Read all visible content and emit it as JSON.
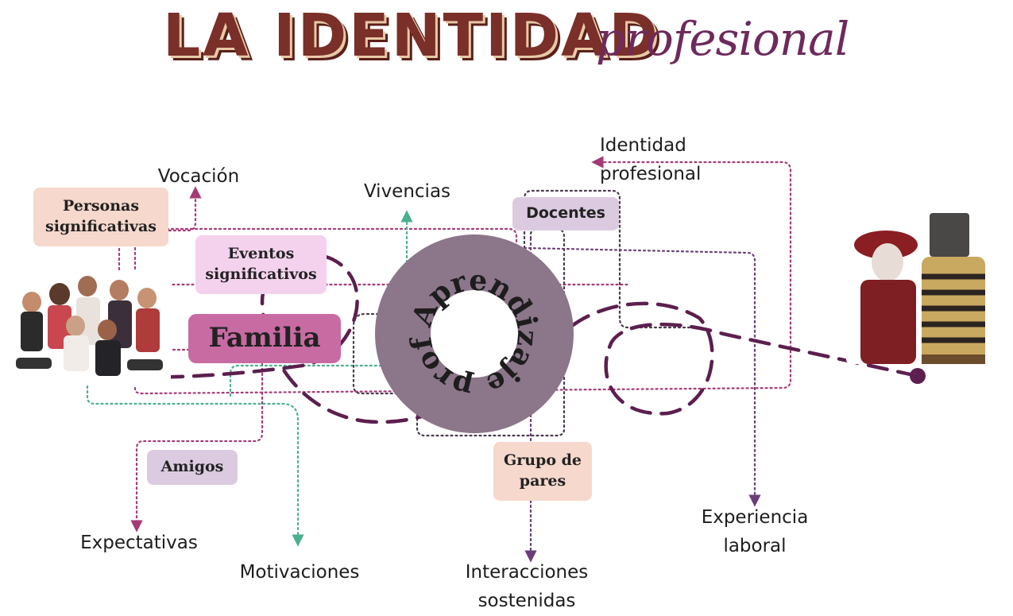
{
  "title": {
    "main": "LA IDENTIDAD",
    "script": "profesional"
  },
  "center": {
    "text": "Aprendizaje profesional ",
    "colors": {
      "ring": "#8c768a",
      "hole": "#ffffff"
    }
  },
  "boxes": {
    "personas": "Personas significativas",
    "eventos": "Eventos significativos",
    "familia": "Familia",
    "docentes": "Docentes",
    "amigos": "Amigos",
    "grupo": "Grupo de pares"
  },
  "labels": {
    "vocacion": "Vocación",
    "vivencias": "Vivencias",
    "identidad": "Identidad profesional",
    "expectativas": "Expectativas",
    "motivaciones": "Motivaciones",
    "interacciones": "Interacciones sostenidas",
    "experiencia": "Experiencia laboral"
  },
  "images": {
    "left": "students-group-photo",
    "right": "costumed-performers-photo"
  },
  "colors": {
    "title": "#7a2f28",
    "script": "#6e2a5c",
    "path": "#5c1f4e",
    "magenta": "#a53a76",
    "green": "#4bb08f",
    "purple": "#6b3d7a",
    "dark": "#4a3a4e",
    "peach": "#f6d8cc",
    "pink": "#f4d2ee",
    "familia": "#c86ba3",
    "lilac": "#dccbe0"
  }
}
